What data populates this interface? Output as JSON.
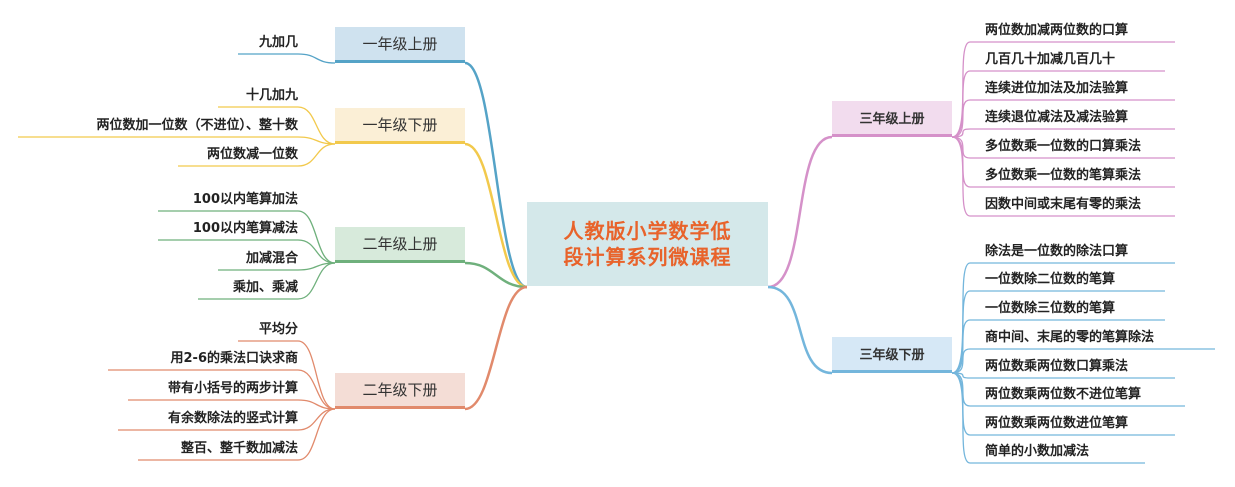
{
  "root": {
    "line1": "人教版小学数学低",
    "line2": "段计算系列微课程"
  },
  "branches": [
    {
      "id": "g1a",
      "label": "一年级上册",
      "side": "left",
      "fill": "#cfe2ef",
      "line": "#55a3c7",
      "leaves": [
        "九加几"
      ]
    },
    {
      "id": "g1b",
      "label": "一年级下册",
      "side": "left",
      "fill": "#fbefd6",
      "line": "#f2c94c",
      "leaves": [
        "十几加九",
        "两位数加一位数（不进位）、整十数",
        "两位数减一位数"
      ]
    },
    {
      "id": "g2a",
      "label": "二年级上册",
      "side": "left",
      "fill": "#d7eadb",
      "line": "#6fb07c",
      "leaves": [
        "100以内笔算加法",
        "100以内笔算减法",
        "加减混合",
        "乘加、乘减"
      ]
    },
    {
      "id": "g2b",
      "label": "二年级下册",
      "side": "left",
      "fill": "#f4ddd6",
      "line": "#e18a6c",
      "leaves": [
        "平均分",
        "用2-6的乘法口诀求商",
        "带有小括号的两步计算",
        "有余数除法的竖式计算",
        "整百、整千数加减法"
      ]
    },
    {
      "id": "g3a",
      "label": "三年级上册",
      "side": "right",
      "fill": "#f2dcee",
      "line": "#d591c9",
      "leaves": [
        "两位数加减两位数的口算",
        "几百几十加减几百几十",
        "连续进位加法及加法验算",
        "连续退位减法及减法验算",
        "多位数乘一位数的口算乘法",
        "多位数乘一位数的笔算乘法",
        "因数中间或末尾有零的乘法"
      ]
    },
    {
      "id": "g3b",
      "label": "三年级下册",
      "side": "right",
      "fill": "#d6e8f6",
      "line": "#74b6dc",
      "leaves": [
        "除法是一位数的除法口算",
        "一位数除二位数的笔算",
        "一位数除三位数的笔算",
        "商中间、末尾的零的笔算除法",
        "两位数乘两位数口算乘法",
        "两位数乘两位数不进位笔算",
        "两位数乘两位数进位笔算",
        "简单的小数加减法"
      ]
    }
  ]
}
